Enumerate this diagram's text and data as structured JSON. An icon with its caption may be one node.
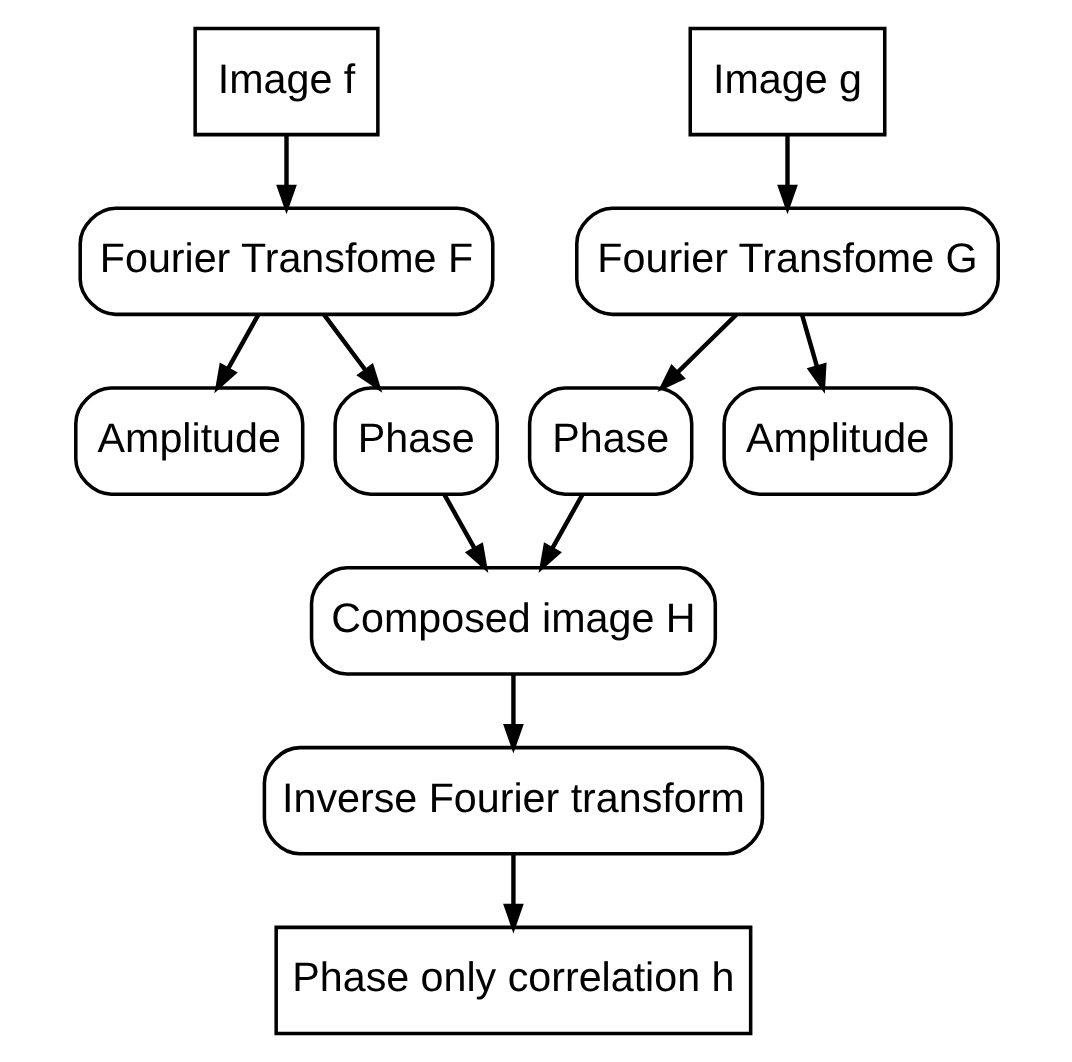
{
  "diagram": {
    "nodes": [
      {
        "text": [
          "Image f"
        ]
      },
      {
        "text": [
          "Image g"
        ]
      },
      {
        "text": [
          "Fourier Transfome F"
        ]
      },
      {
        "text": [
          "Fourier Transfome G"
        ]
      },
      {
        "text": [
          "Amplitude"
        ]
      },
      {
        "text": [
          "Phase"
        ]
      },
      {
        "text": [
          "Phase"
        ]
      },
      {
        "text": [
          "Amplitude"
        ]
      },
      {
        "text": [
          "Composed image H"
        ]
      },
      {
        "text": [
          "Inverse Fourier transform"
        ]
      },
      {
        "text": [
          "Phase only correlation h"
        ]
      }
    ],
    "edges": [
      {
        "from": 0,
        "to": 2,
        "arrow": "to"
      },
      {
        "from": 1,
        "to": 3,
        "arrow": "to"
      },
      {
        "from": 2,
        "to": 4,
        "arrow": "to"
      },
      {
        "from": 2,
        "to": 5,
        "arrow": "to"
      },
      {
        "from": 3,
        "to": 6,
        "arrow": "to"
      },
      {
        "from": 3,
        "to": 7,
        "arrow": "to"
      },
      {
        "from": 5,
        "to": 8,
        "arrow": "to"
      },
      {
        "from": 6,
        "to": 8,
        "arrow": "to"
      },
      {
        "from": 8,
        "to": 9,
        "arrow": "to"
      },
      {
        "from": 9,
        "to": 10,
        "arrow": "to"
      }
    ]
  }
}
